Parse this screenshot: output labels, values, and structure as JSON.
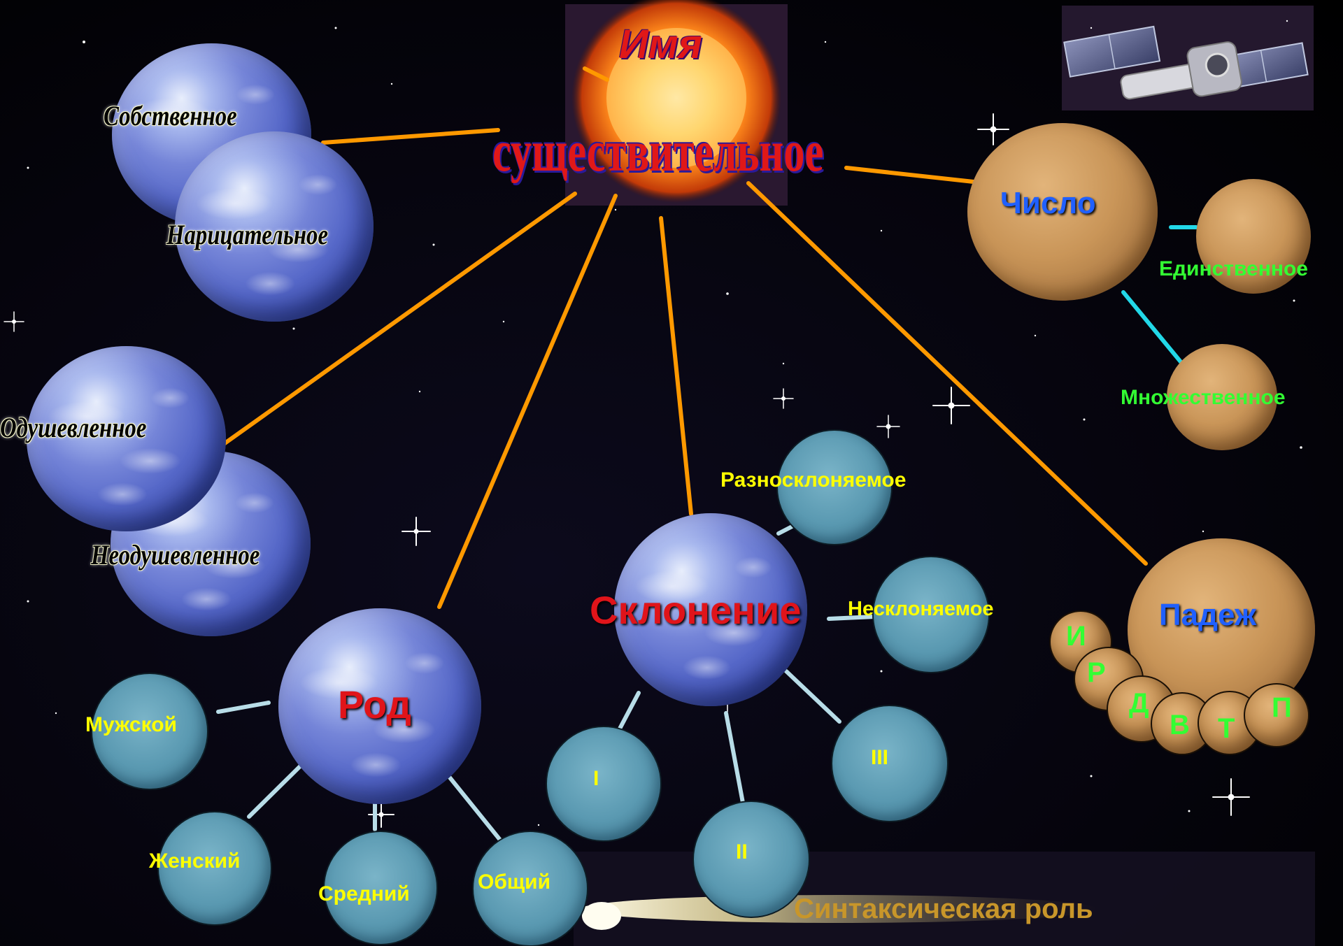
{
  "title": {
    "line1": "Имя",
    "line2": "существительное"
  },
  "proper_common": {
    "proper": "Собственное",
    "common": "Нарицательное"
  },
  "animacy": {
    "animate": "Одушевленное",
    "inanimate": "Неодушевленное"
  },
  "gender": {
    "label": "Род",
    "items": [
      "Мужской",
      "Женский",
      "Средний",
      "Общий"
    ]
  },
  "declension": {
    "label": "Склонение",
    "heteroclitic": "Разносклоняемое",
    "indeclinable": "Несклоняемое",
    "types": [
      "I",
      "II",
      "III"
    ]
  },
  "number": {
    "label": "Число",
    "singular": "Единственное",
    "plural": "Множественное"
  },
  "case": {
    "label": "Падеж",
    "letters": [
      "И",
      "Р",
      "Д",
      "В",
      "Т",
      "П"
    ]
  },
  "syntax_role": "Синтаксическая роль",
  "colors": {
    "connector_main": "#ff9900",
    "connector_sub": "#b8dde8",
    "connector_number": "#22d8e8",
    "label_yellow": "#ffff00",
    "label_green": "#33ff33",
    "label_red": "#e0141a",
    "label_blue": "#2060ff",
    "syntax_text": "#c8962a"
  }
}
